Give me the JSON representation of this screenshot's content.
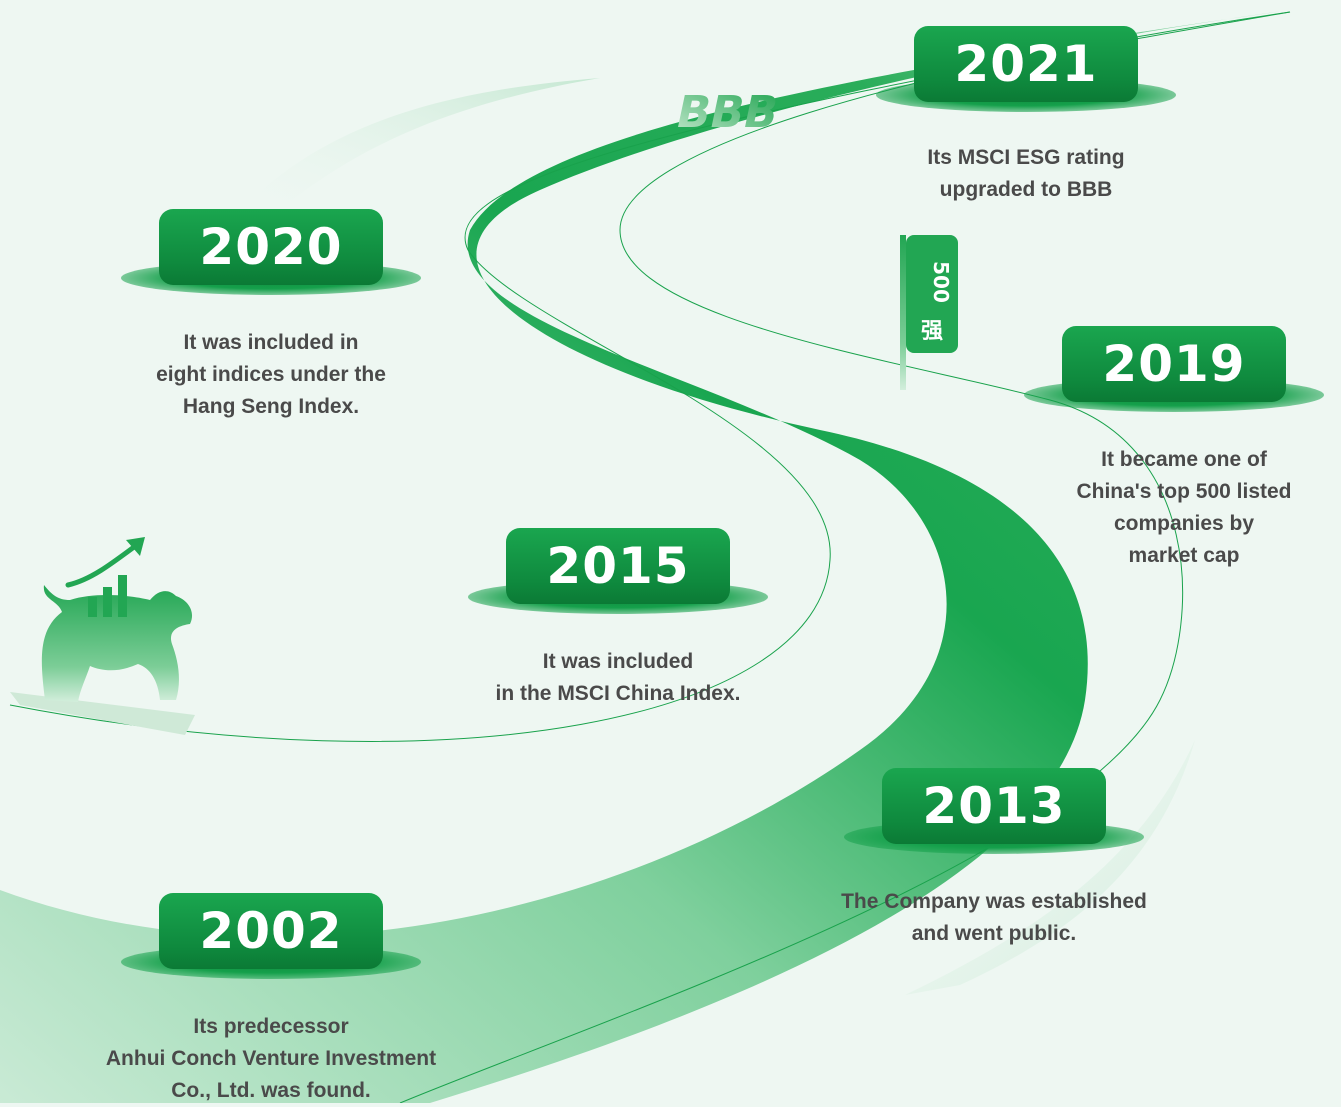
{
  "milestones": [
    {
      "year": "2021",
      "lines": [
        "Its MSCI ESG rating",
        "upgraded to BBB"
      ]
    },
    {
      "year": "2020",
      "lines": [
        "It was included in",
        "eight indices under the",
        "Hang Seng Index."
      ]
    },
    {
      "year": "2019",
      "lines": [
        "It became one of",
        "China's top 500 listed",
        "companies by",
        "market cap"
      ]
    },
    {
      "year": "2015",
      "lines": [
        "It was included",
        "in the MSCI China Index."
      ]
    },
    {
      "year": "2013",
      "lines": [
        "The Company was established",
        "and went public."
      ]
    },
    {
      "year": "2002",
      "lines": [
        "Its predecessor",
        "Anhui Conch Venture Investment",
        "Co., Ltd. was found."
      ]
    }
  ],
  "rating_sign": "BBB",
  "flag": {
    "number": "500",
    "character": "强"
  },
  "colors": {
    "accent": "#10913f",
    "road_dark": "#12a24c",
    "road_light": "#bfe6cc",
    "background": "#eef7f2",
    "text": "#4a4a4a"
  },
  "icons": {
    "bull": "bull-market-icon",
    "chart": "rising-chart-icon"
  }
}
